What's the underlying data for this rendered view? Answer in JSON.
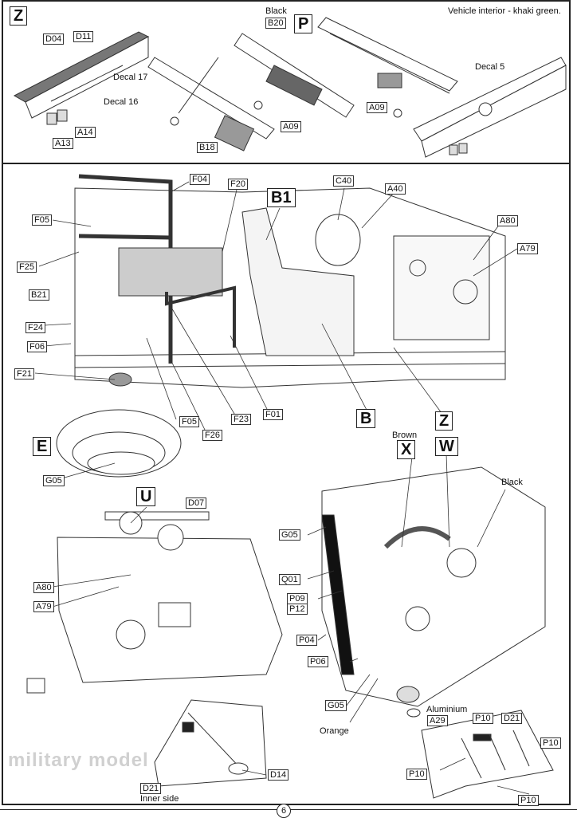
{
  "page": {
    "page_number": "6",
    "watermark": "military model"
  },
  "top_panel": {
    "section_letter": "Z",
    "note": "Vehicle interior - khaki green.",
    "labels": {
      "d04": "D04",
      "d11": "D11",
      "decal17": "Decal 17",
      "decal16": "Decal 16",
      "a13": "A13",
      "a14": "A14",
      "b18": "B18",
      "black": "Black",
      "b20": "B20",
      "p": "P",
      "a09_left": "A09",
      "a09_right": "A09",
      "decal5": "Decal 5"
    }
  },
  "main_panel": {
    "big_letters": {
      "b1": "B1",
      "b": "B",
      "z": "Z",
      "e": "E",
      "u": "U",
      "x": "X",
      "w": "W"
    },
    "chassis_labels": {
      "f04": "F04",
      "f20": "F20",
      "c40": "C40",
      "a40": "A40",
      "a80": "A80",
      "a79": "A79",
      "f05_top": "F05",
      "f25": "F25",
      "b21": "B21",
      "f24": "F24",
      "f06": "F06",
      "f21": "F21",
      "f05_bottom": "F05",
      "f26": "F26",
      "f23": "F23",
      "f01": "F01",
      "g05_wheel": "G05"
    },
    "engine_left_labels": {
      "d07": "D07",
      "a80": "A80",
      "a79": "A79"
    },
    "engine_right_labels": {
      "brown": "Brown",
      "black": "Black",
      "g05_top": "G05",
      "q01": "Q01",
      "p09": "P09",
      "p12": "P12",
      "p04": "P04",
      "p06": "P06",
      "g05_bottom": "G05",
      "orange": "Orange",
      "aluminium": "Aluminium",
      "a29": "A29"
    },
    "plate_left_labels": {
      "d14": "D14",
      "d21": "D21",
      "inner_side": "Inner side"
    },
    "plate_right_labels": {
      "p10_top": "P10",
      "d21": "D21",
      "p10_right": "P10",
      "p10_left": "P10",
      "p10_bottom": "P10"
    }
  }
}
